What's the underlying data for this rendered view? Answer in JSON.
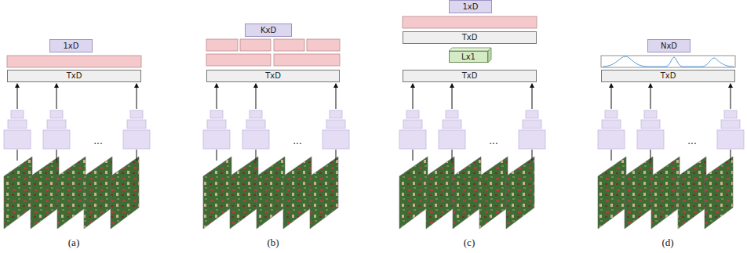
{
  "diagram": {
    "nodes": [
      {
        "text": [
          "1xD"
        ]
      },
      {
        "text": [
          "TxD"
        ]
      },
      {
        "text": [
          "KxD"
        ]
      },
      {
        "text": [
          "TxD"
        ]
      },
      {
        "text": [
          "1xD"
        ]
      },
      {
        "text": [
          "TxD"
        ]
      },
      {
        "text": [
          "Lx1"
        ]
      },
      {
        "text": [
          "TxD"
        ]
      },
      {
        "text": [
          "NxD"
        ]
      },
      {
        "text": [
          "TxD"
        ]
      }
    ],
    "labels": [
      "...",
      "...",
      "...",
      "...",
      "(a)",
      "(b)",
      "(c)",
      "(d)"
    ]
  }
}
